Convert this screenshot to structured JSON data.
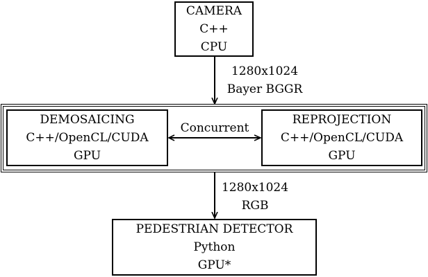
{
  "nodes": {
    "camera": {
      "title": "CAMERA",
      "lang": "C++",
      "device": "CPU"
    },
    "demosaicing": {
      "title": "DEMOSAICING",
      "lang": "C++/OpenCL/CUDA",
      "device": "GPU"
    },
    "reprojection": {
      "title": "REPROJECTION",
      "lang": "C++/OpenCL/CUDA",
      "device": "GPU"
    },
    "pedestrian": {
      "title": "PEDESTRIAN DETECTOR",
      "lang": "Python",
      "device": "GPU*"
    }
  },
  "edges": {
    "camera_to_processing": {
      "line1": "1280x1024",
      "line2": "Bayer BGGR"
    },
    "processing_link": {
      "label": "Concurrent"
    },
    "processing_to_detector": {
      "line1": "1280x1024",
      "line2": "RGB"
    }
  }
}
